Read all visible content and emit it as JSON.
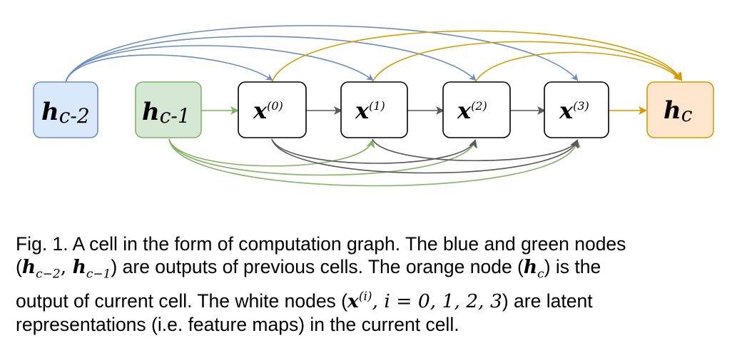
{
  "nodes": {
    "h_c2": {
      "main": "h",
      "sub": "c-2"
    },
    "h_c1": {
      "main": "h",
      "sub": "c-1"
    },
    "x0": {
      "main": "x",
      "sup": "(0)"
    },
    "x1": {
      "main": "x",
      "sup": "(1)"
    },
    "x2": {
      "main": "x",
      "sup": "(2)"
    },
    "x3": {
      "main": "x",
      "sup": "(3)"
    },
    "hc": {
      "main": "h",
      "sub": "c"
    }
  },
  "colors": {
    "blue_fill": "#dae8fc",
    "blue_stroke": "#6c8ebf",
    "green_fill": "#d5e8d4",
    "green_stroke": "#82b366",
    "orange_fill": "#ffe6cc",
    "orange_stroke": "#d79b00",
    "gray_edge": "#595959",
    "black": "#000000"
  },
  "caption": {
    "l1": "Fig. 1. A cell in the form of computation graph. The blue and green nodes",
    "l2_a": "(",
    "l2_h1": "h",
    "l2_s1": "c−2",
    "l2_comma": ", ",
    "l2_h2": "h",
    "l2_s2": "c−1",
    "l2_b": ") are outputs of previous cells. The orange node (",
    "l2_h3": "h",
    "l2_s3": "c",
    "l2_c": ") is the",
    "l3": "output of current cell. The white nodes (",
    "l3_x": "x",
    "l3_sup": "(i)",
    "l3_rest": ", i = 0, 1, 2, 3",
    "l3_end": ") are latent",
    "l4": "representations (i.e. feature maps) in the current cell."
  }
}
